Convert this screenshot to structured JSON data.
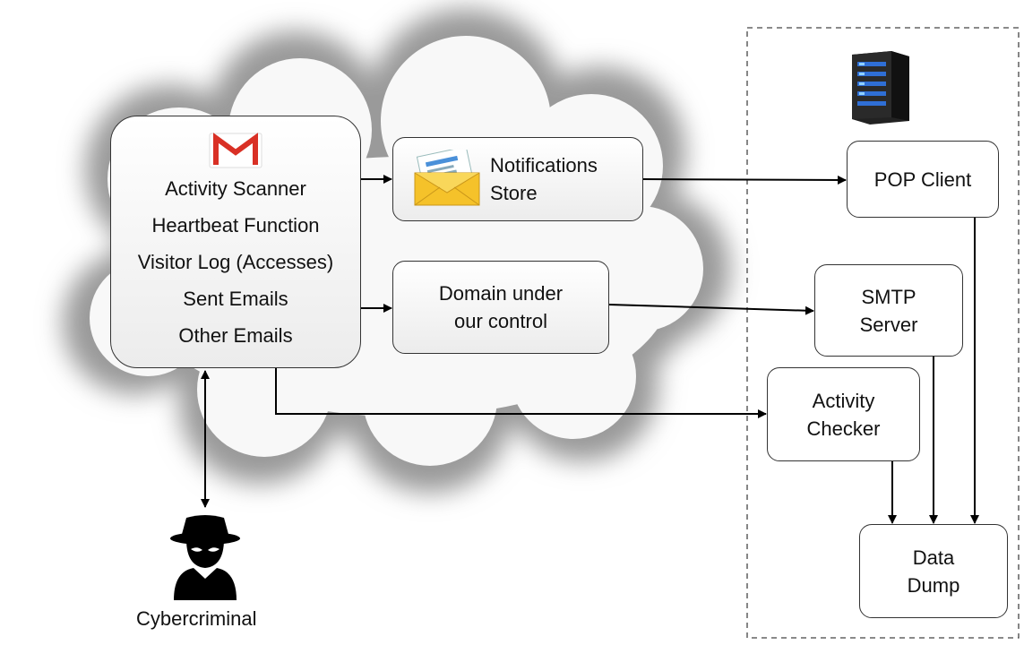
{
  "gmail_panel": {
    "items": [
      "Activity Scanner",
      "Heartbeat Function",
      "Visitor Log (Accesses)",
      "Sent Emails",
      "Other Emails"
    ]
  },
  "notifications_store": {
    "lines": [
      "Notifications",
      "Store"
    ]
  },
  "domain_box": {
    "lines": [
      "Domain under",
      "our control"
    ]
  },
  "pop_client": {
    "label": "POP Client"
  },
  "smtp_server": {
    "lines": [
      "SMTP",
      "Server"
    ]
  },
  "activity_checker": {
    "lines": [
      "Activity",
      "Checker"
    ]
  },
  "data_dump": {
    "lines": [
      "Data",
      "Dump"
    ]
  },
  "cybercriminal": {
    "label": "Cybercriminal"
  },
  "icons": [
    "gmail-logo-icon",
    "envelope-icon",
    "server-icon",
    "hacker-icon"
  ],
  "colors": {
    "gmail_red": "#d93025",
    "envelope_yellow": "#f5c22a",
    "server_blue": "#2f6fd6"
  }
}
